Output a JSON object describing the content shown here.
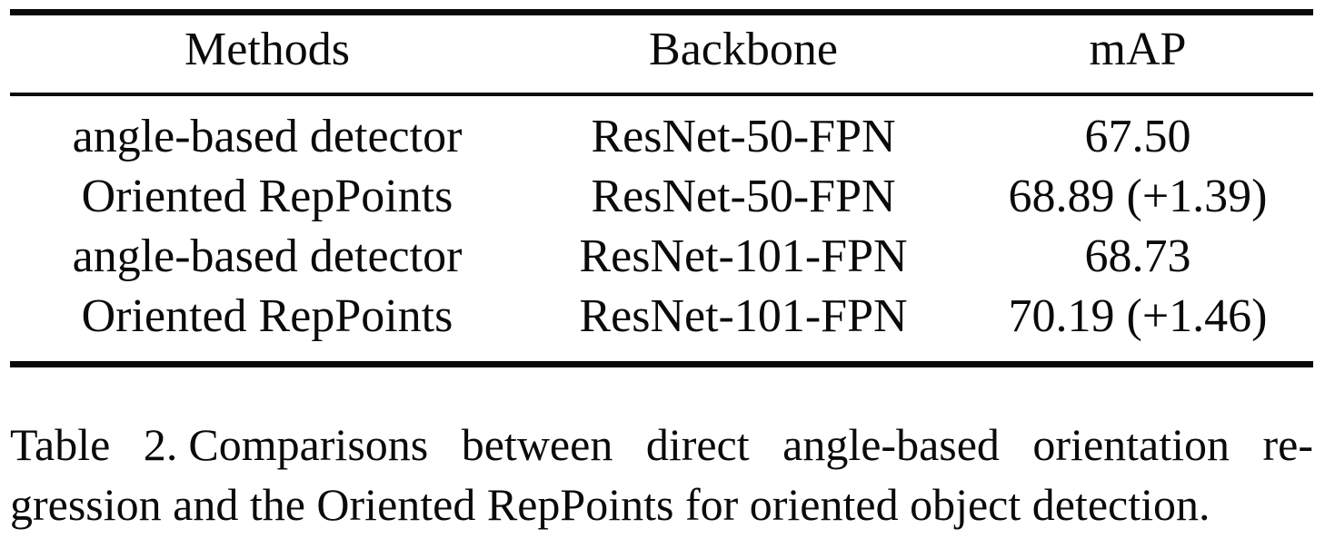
{
  "table": {
    "columns": [
      "Methods",
      "Backbone",
      "mAP"
    ],
    "rows": [
      {
        "cells": [
          "angle-based detector",
          "ResNet-50-FPN",
          "67.50"
        ],
        "emphasis": false
      },
      {
        "cells": [
          "Oriented RepPoints",
          "ResNet-50-FPN",
          "68.89 (+1.39)"
        ],
        "emphasis": true
      },
      {
        "cells": [
          "angle-based detector",
          "ResNet-101-FPN",
          "68.73"
        ],
        "emphasis": false
      },
      {
        "cells": [
          "Oriented RepPoints",
          "ResNet-101-FPN",
          "70.19 (+1.46)"
        ],
        "emphasis": true
      }
    ]
  },
  "caption": {
    "label": "Table 2.",
    "line1_rest": "Comparisons between direct angle-based orientation re-",
    "line2": "gression and the Oriented RepPoints for oriented object detection."
  },
  "colors": {
    "text": "#0a0a0a",
    "background": "#ffffff",
    "rule": "#0a0a0a"
  }
}
